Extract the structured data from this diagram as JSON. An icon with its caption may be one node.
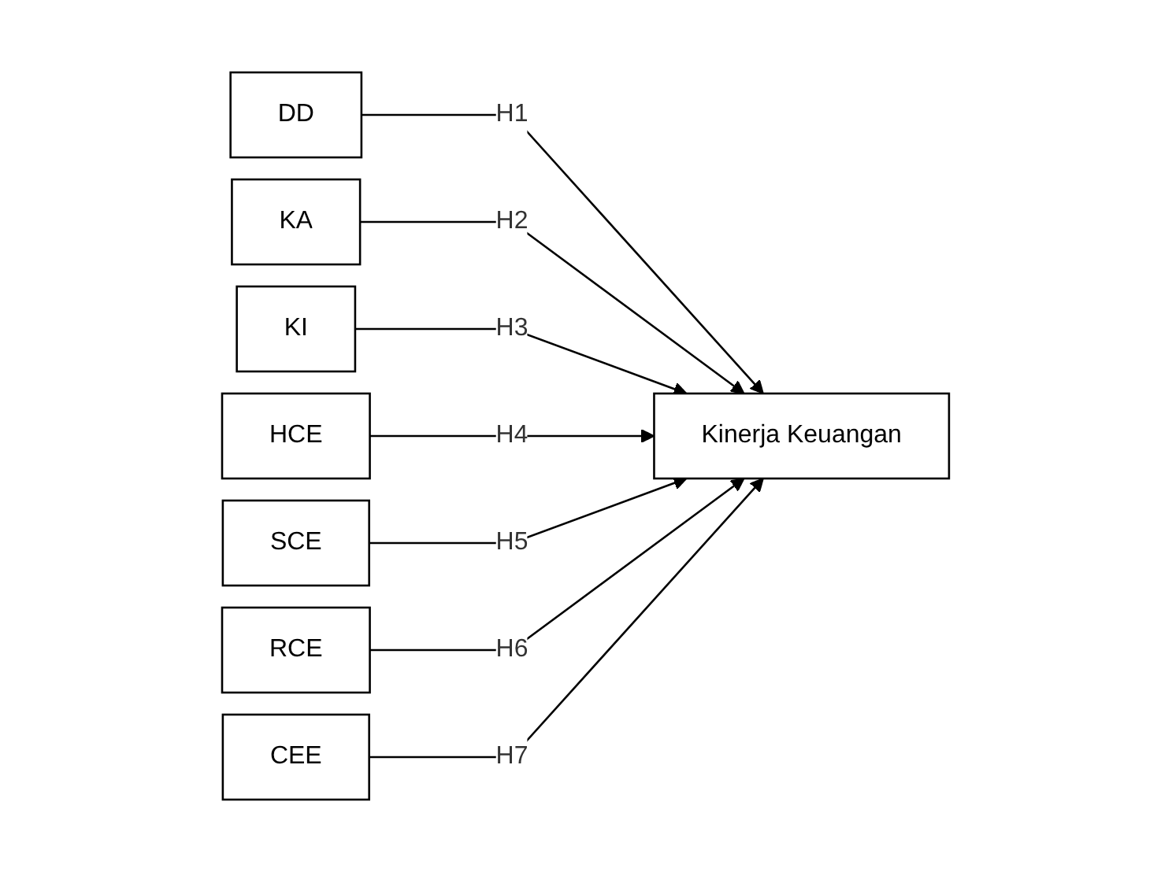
{
  "diagram": {
    "nodes": [
      {
        "text": [
          "DD"
        ]
      },
      {
        "text": [
          "KA"
        ]
      },
      {
        "text": [
          "KI"
        ]
      },
      {
        "text": [
          "HCE"
        ]
      },
      {
        "text": [
          "SCE"
        ]
      },
      {
        "text": [
          "RCE"
        ]
      },
      {
        "text": [
          "CEE"
        ]
      },
      {
        "text": [
          "Kinerja Keuangan"
        ]
      }
    ],
    "edges": [
      {
        "from": 0,
        "to": 7,
        "arrow": "to",
        "label": "H1"
      },
      {
        "from": 1,
        "to": 7,
        "arrow": "to",
        "label": "H2"
      },
      {
        "from": 2,
        "to": 7,
        "arrow": "to",
        "label": "H3"
      },
      {
        "from": 3,
        "to": 7,
        "arrow": "to",
        "label": "H4"
      },
      {
        "from": 4,
        "to": 7,
        "arrow": "to",
        "label": "H5"
      },
      {
        "from": 5,
        "to": 7,
        "arrow": "to",
        "label": "H6"
      },
      {
        "from": 6,
        "to": 7,
        "arrow": "to",
        "label": "H7"
      }
    ]
  }
}
